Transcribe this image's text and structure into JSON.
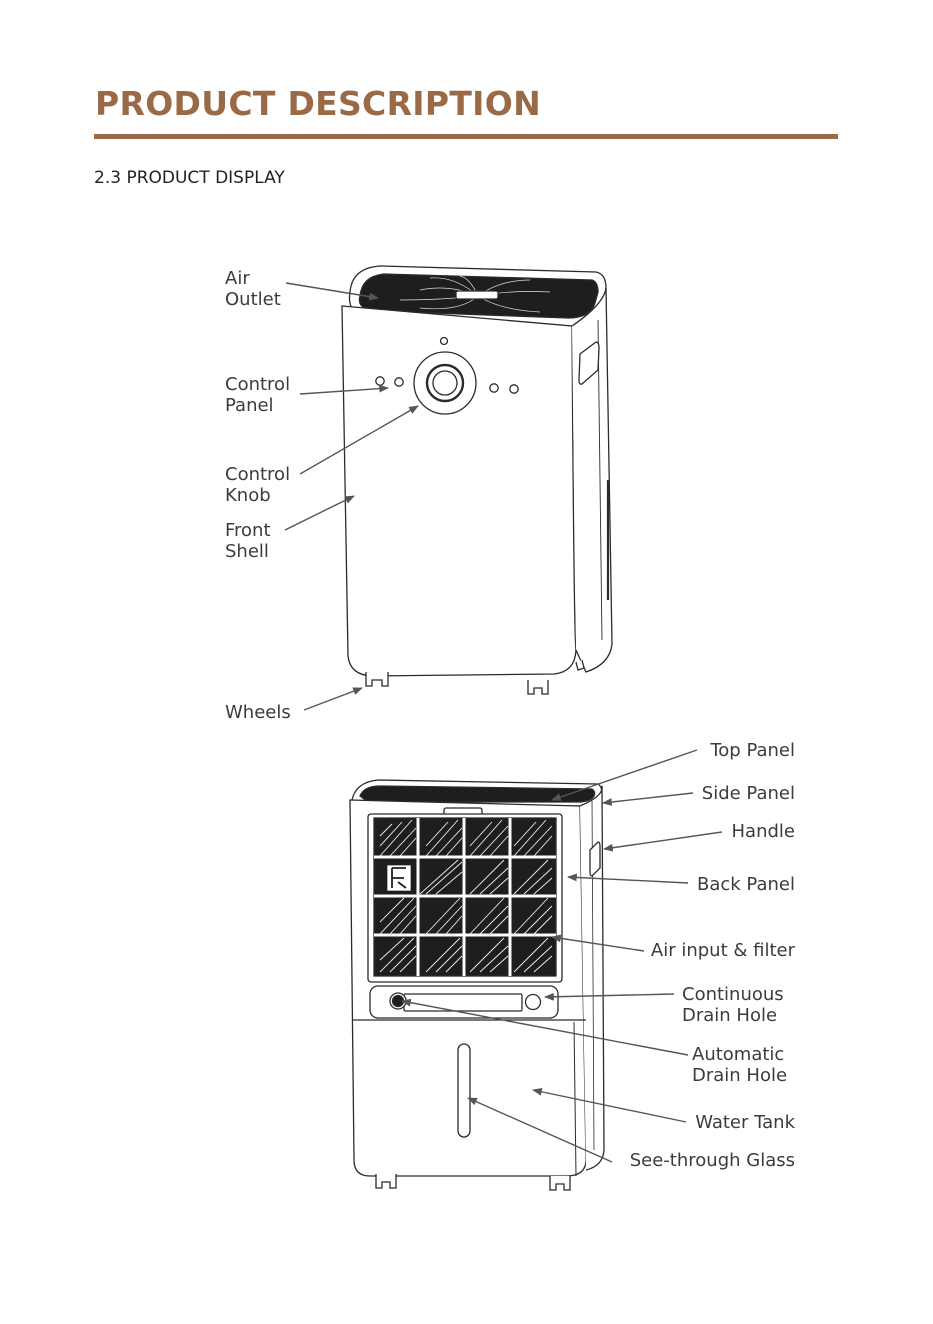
{
  "page": {
    "heading": "PRODUCT DESCRIPTION",
    "subheading": "2.3 PRODUCT DISPLAY"
  },
  "colors": {
    "accent": "#9a6a47",
    "line": "#2b2b2b",
    "label": "#3c3c3c"
  },
  "front_view": {
    "labels": {
      "air_outlet": "Air\nOutlet",
      "control_panel": "Control\nPanel",
      "control_knob": "Control\nKnob",
      "front_shell": "Front\nShell",
      "wheels": "Wheels"
    }
  },
  "back_view": {
    "labels": {
      "top_panel": "Top Panel",
      "side_panel": "Side Panel",
      "handle": "Handle",
      "back_panel": "Back Panel",
      "air_input_filter": "Air input & filter",
      "continuous_drain": "Continuous\nDrain Hole",
      "automatic_drain": "Automatic\nDrain Hole",
      "water_tank": "Water Tank",
      "see_through_glass": "See-through Glass"
    }
  }
}
